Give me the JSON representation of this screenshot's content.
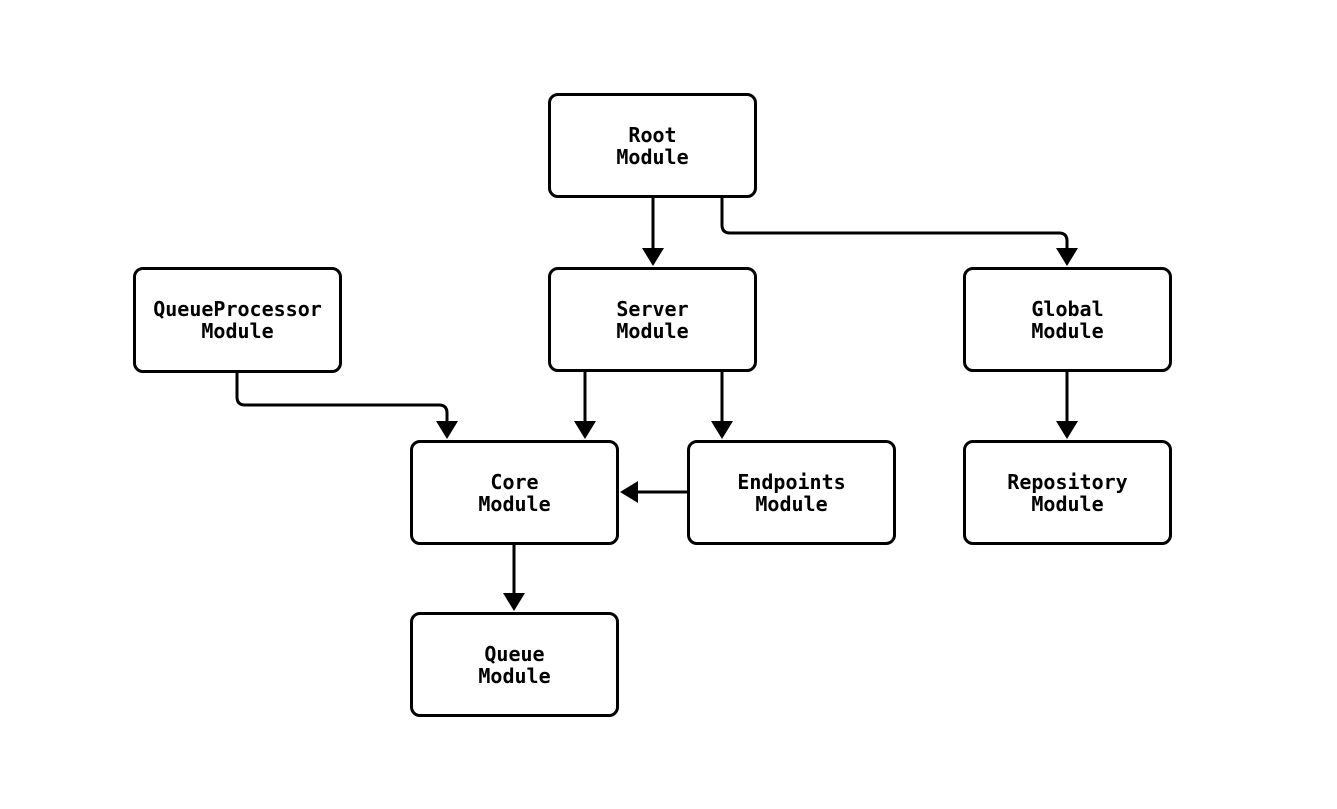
{
  "diagram": {
    "background_color": "#ffffff",
    "stroke_color": "#000000",
    "nodes": [
      {
        "id": "root",
        "label": "Root\nModule"
      },
      {
        "id": "server",
        "label": "Server\nModule"
      },
      {
        "id": "queueprocessor",
        "label": "QueueProcessor\nModule"
      },
      {
        "id": "global",
        "label": "Global\nModule"
      },
      {
        "id": "core",
        "label": "Core\nModule"
      },
      {
        "id": "endpoints",
        "label": "Endpoints\nModule"
      },
      {
        "id": "repository",
        "label": "Repository\nModule"
      },
      {
        "id": "queue",
        "label": "Queue\nModule"
      }
    ],
    "edges": [
      {
        "from": "root",
        "to": "server"
      },
      {
        "from": "root",
        "to": "global"
      },
      {
        "from": "queueprocessor",
        "to": "core"
      },
      {
        "from": "server",
        "to": "core"
      },
      {
        "from": "server",
        "to": "endpoints"
      },
      {
        "from": "endpoints",
        "to": "core"
      },
      {
        "from": "global",
        "to": "repository"
      },
      {
        "from": "core",
        "to": "queue"
      }
    ]
  }
}
